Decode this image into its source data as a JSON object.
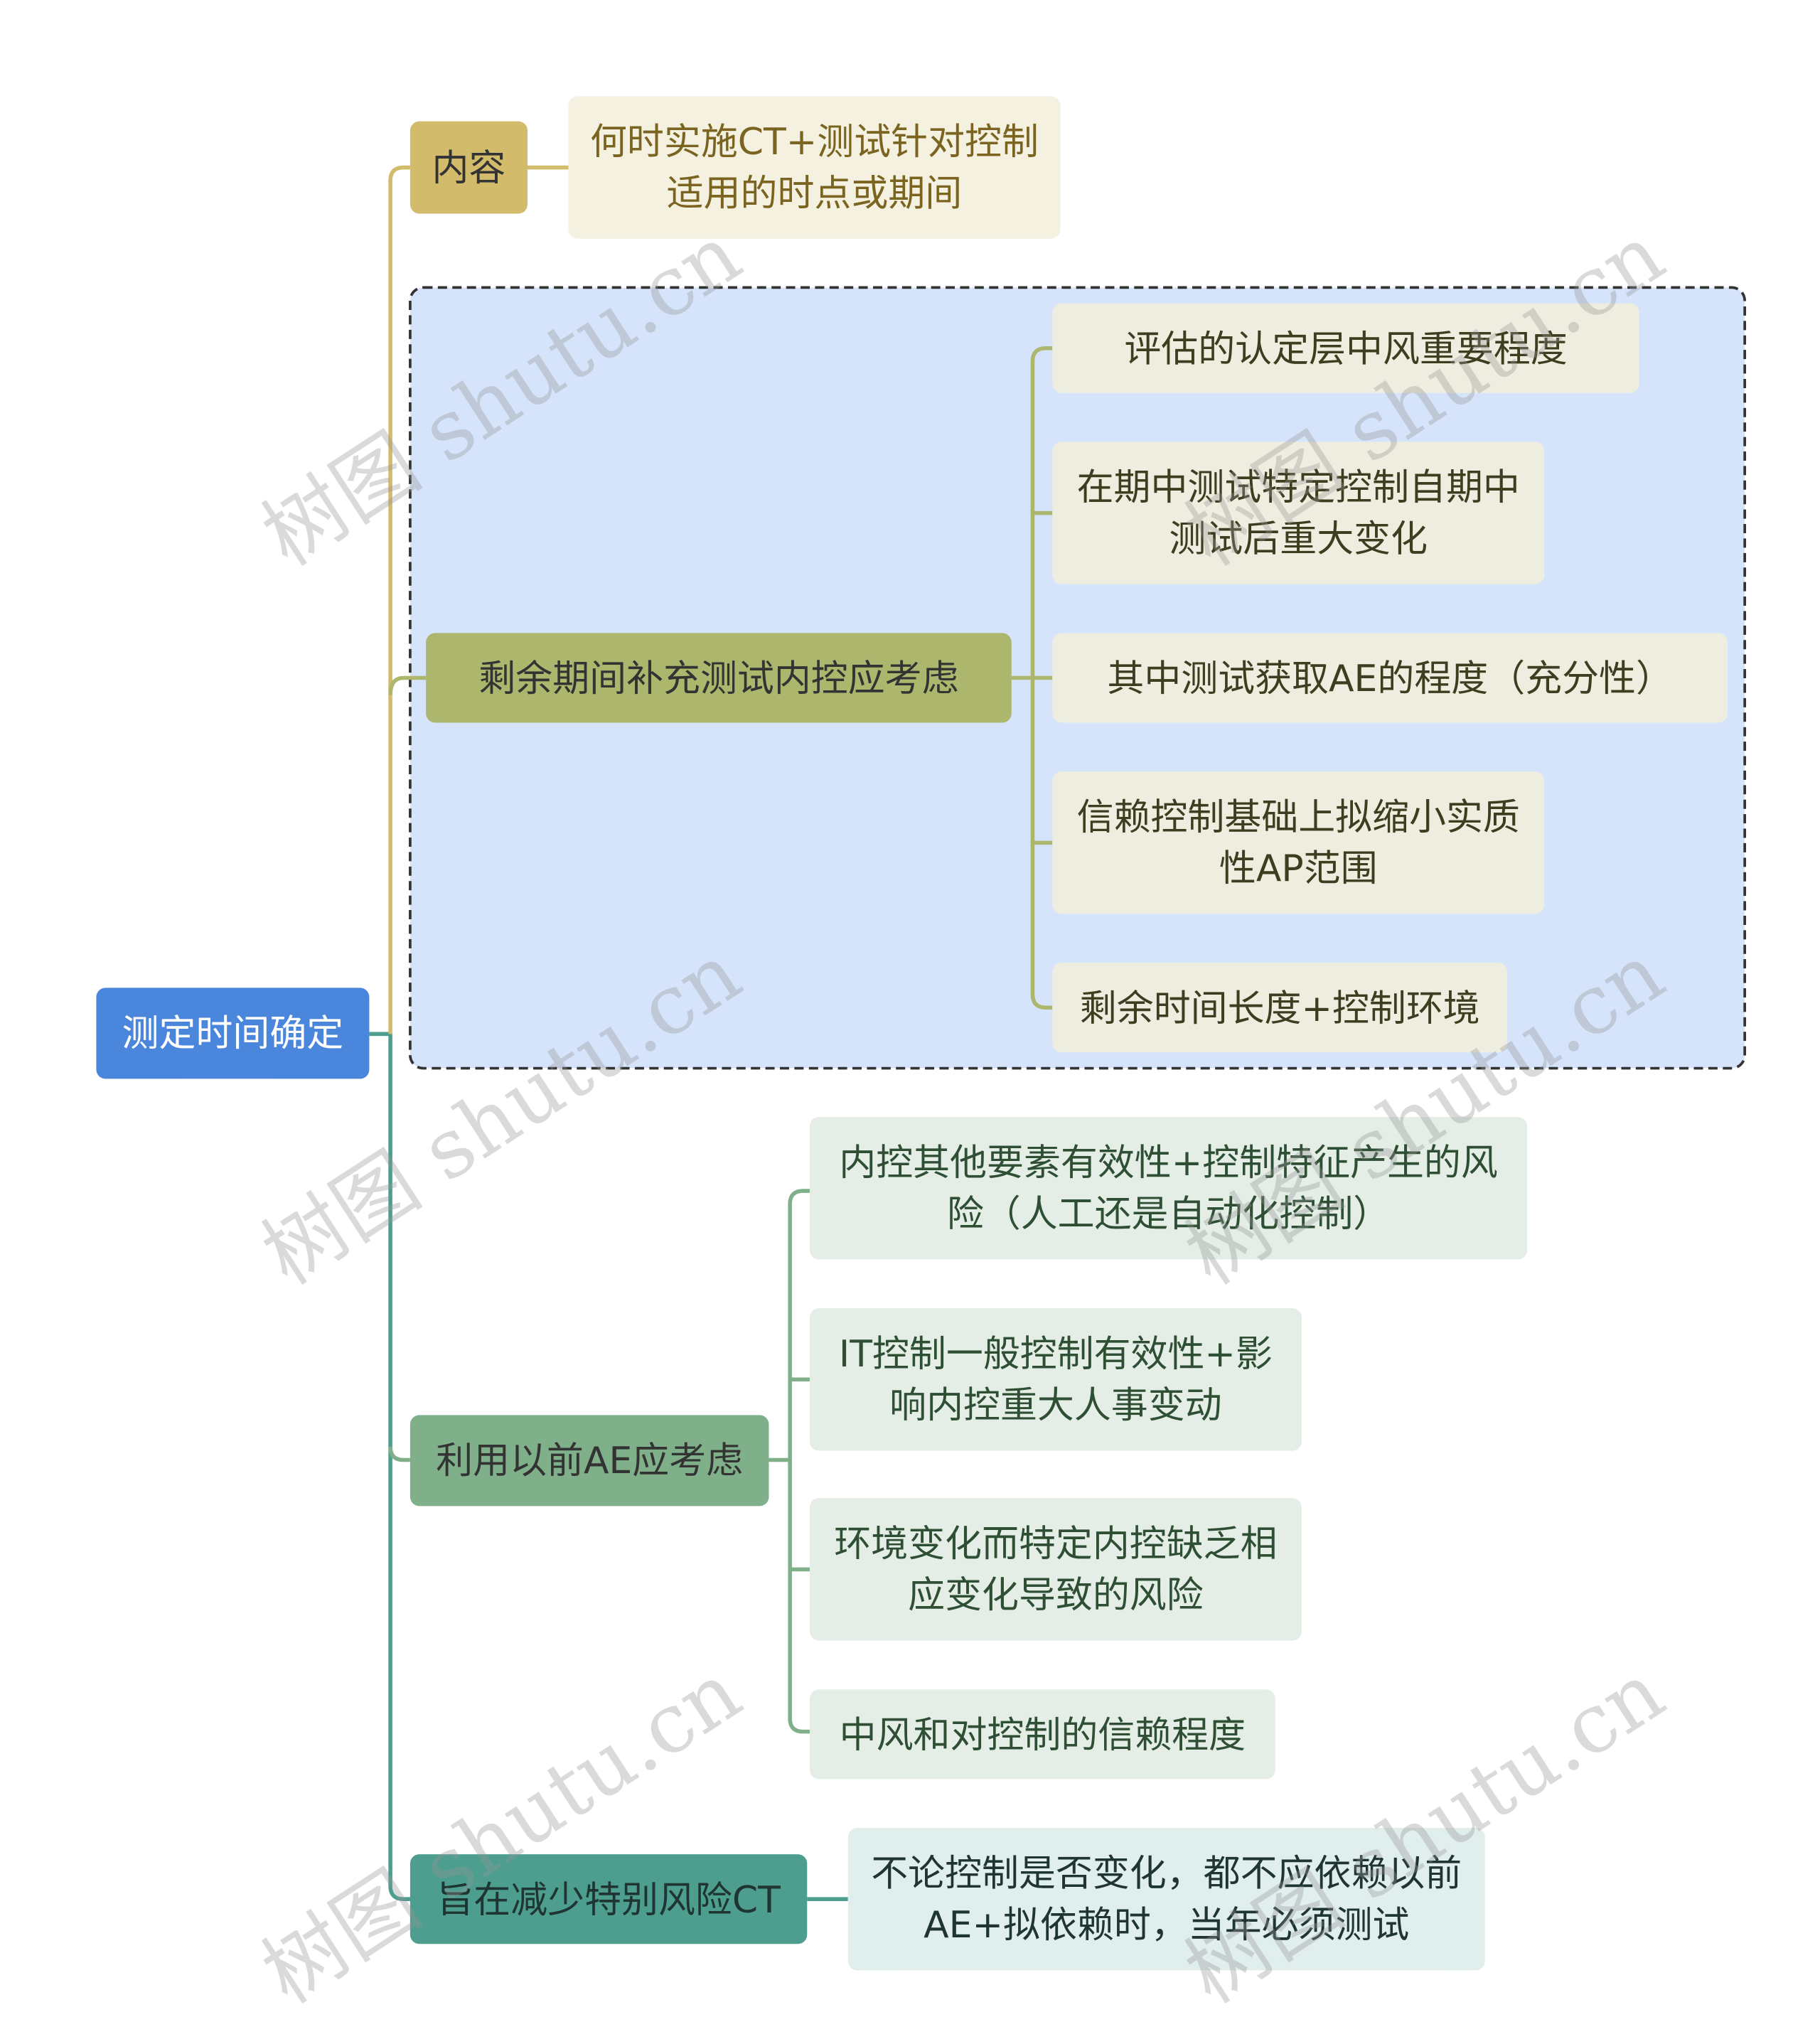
{
  "root": {
    "label": "测定时间确定"
  },
  "branches": [
    {
      "label": "内容",
      "children": [
        "何时实施CT+测试针对控制适用的时点或期间"
      ]
    },
    {
      "label": "剩余期间补充测试内控应考虑",
      "children": [
        "评估的认定层中风重要程度",
        "在期中测试特定控制自期中测试后重大变化",
        "其中测试获取AE的程度（充分性）",
        "信赖控制基础上拟缩小实质性AP范围",
        "剩余时间长度+控制环境"
      ]
    },
    {
      "label": "利用以前AE应考虑",
      "children": [
        "内控其他要素有效性+控制特征产生的风险（人工还是自动化控制）",
        "IT控制一般控制有效性+影响内控重大人事变动",
        "环境变化而特定内控缺乏相应变化导致的风险",
        "中风和对控制的信赖程度"
      ]
    },
    {
      "label": "旨在减少特别风险CT",
      "children": [
        "不论控制是否变化，都不应依赖以前AE+拟依赖时，当年必须测试"
      ]
    }
  ],
  "watermark": "树图 shutu.cn",
  "colors": {
    "root": "#4a86db",
    "b1": "#d3bb6c",
    "b2": "#adb66d",
    "b3": "#7fb08a",
    "b4": "#4e9e8f",
    "group_bg": "#d6e4fb"
  }
}
